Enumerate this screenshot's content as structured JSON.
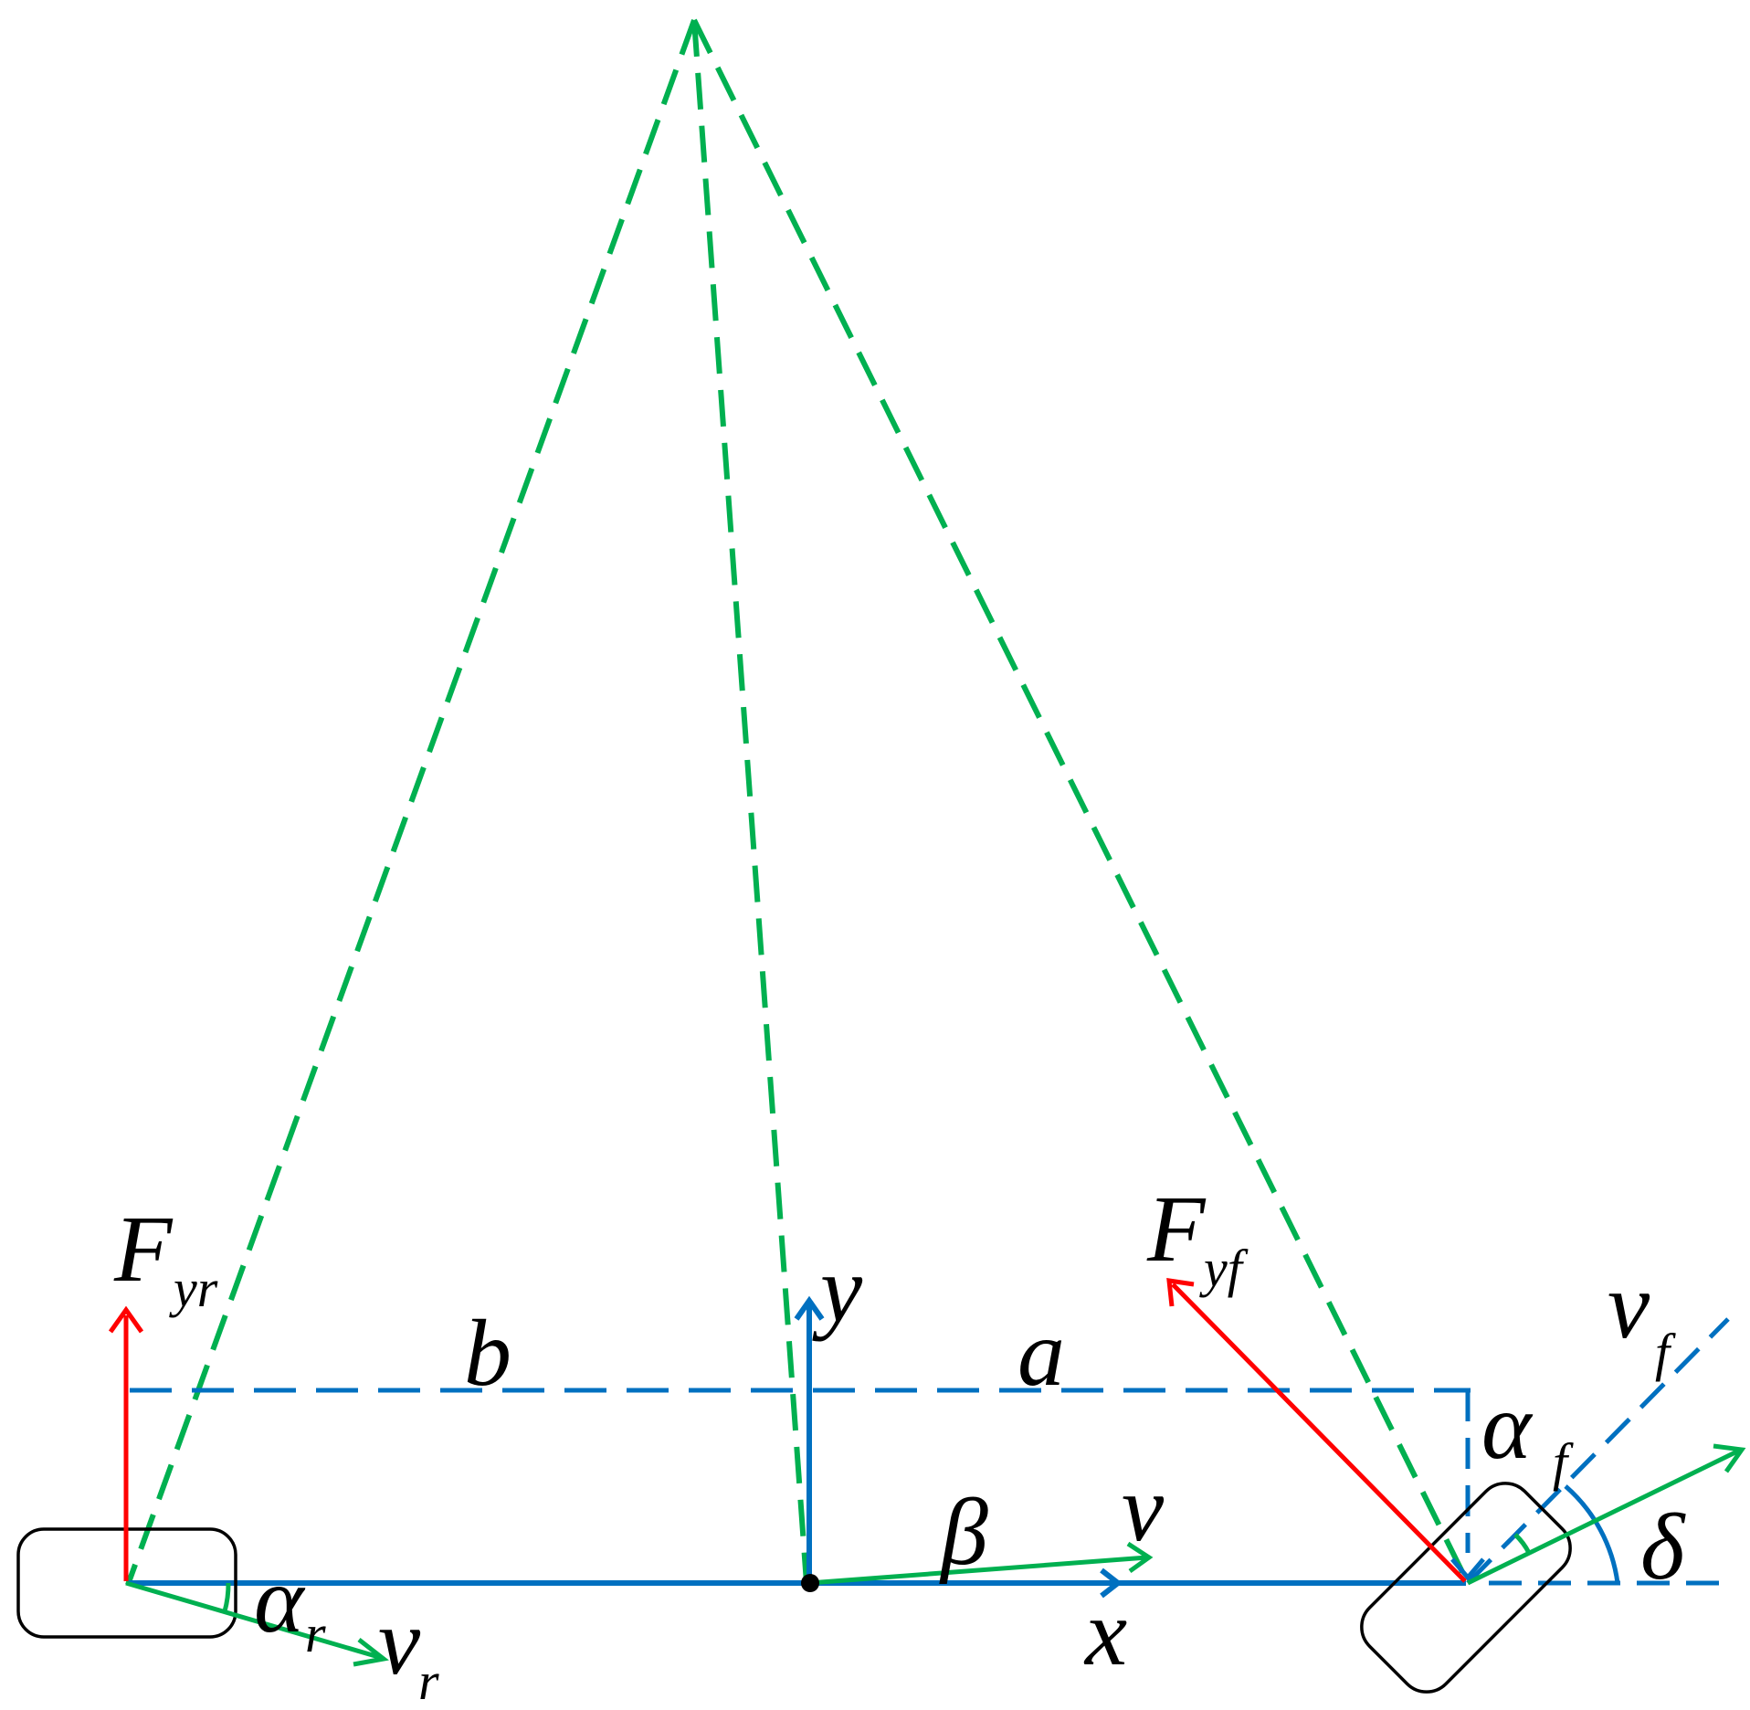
{
  "colors": {
    "axis_blue": "#0070c0",
    "velocity_green": "#00b050",
    "force_red": "#ff0000",
    "wheel_outline": "#000000",
    "background": "#ffffff"
  },
  "labels": {
    "F": "F",
    "yr": "yr",
    "yf": "yf",
    "y": "y",
    "x": "x",
    "b": "b",
    "a": "a",
    "v": "v",
    "beta": "β",
    "alpha": "α",
    "r": "r",
    "f": "f",
    "delta": "δ"
  }
}
